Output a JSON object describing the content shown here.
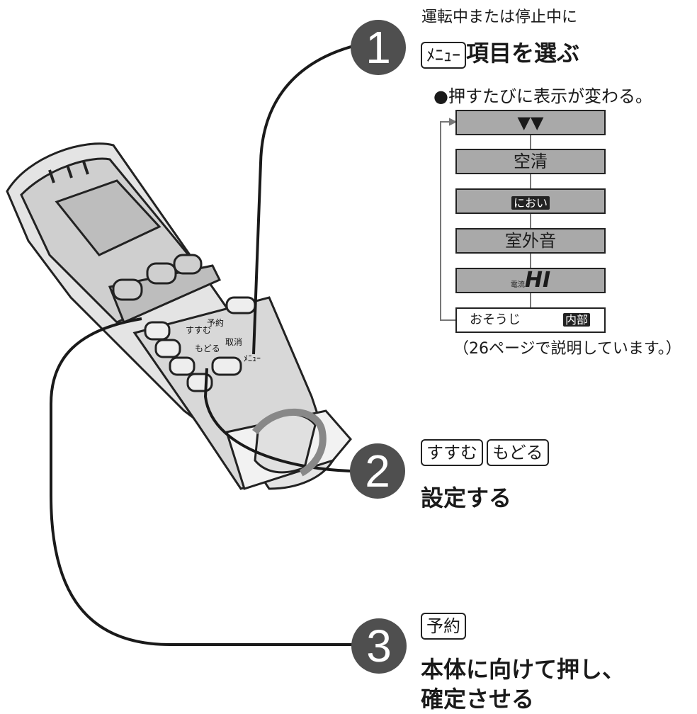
{
  "step1": {
    "number": "1",
    "caption": "運転中または停止中に",
    "key": "ﾒﾆｭｰ",
    "action": "項目を選ぶ",
    "note": "●押すたびに表示が変わる。"
  },
  "modes": [
    {
      "label": "▼▼"
    },
    {
      "label": "空清"
    },
    {
      "label": "におい"
    },
    {
      "label": "室外音"
    },
    {
      "prefix": "電流",
      "label": "HI"
    },
    {
      "label": "おそうじ",
      "tag": "内部"
    }
  ],
  "mode_note": "（26ページで説明しています。）",
  "step2": {
    "number": "2",
    "key_forward": "すすむ",
    "key_back": "もどる",
    "action": "設定する"
  },
  "step3": {
    "number": "3",
    "key": "予約",
    "action_line1": "本体に向けて押し、",
    "action_line2": "確定させる"
  },
  "remote_labels": {
    "forward": "すすむ",
    "reserve": "予約",
    "back": "もどる",
    "cancel": "取消",
    "menu": "ﾒﾆｭｰ"
  }
}
